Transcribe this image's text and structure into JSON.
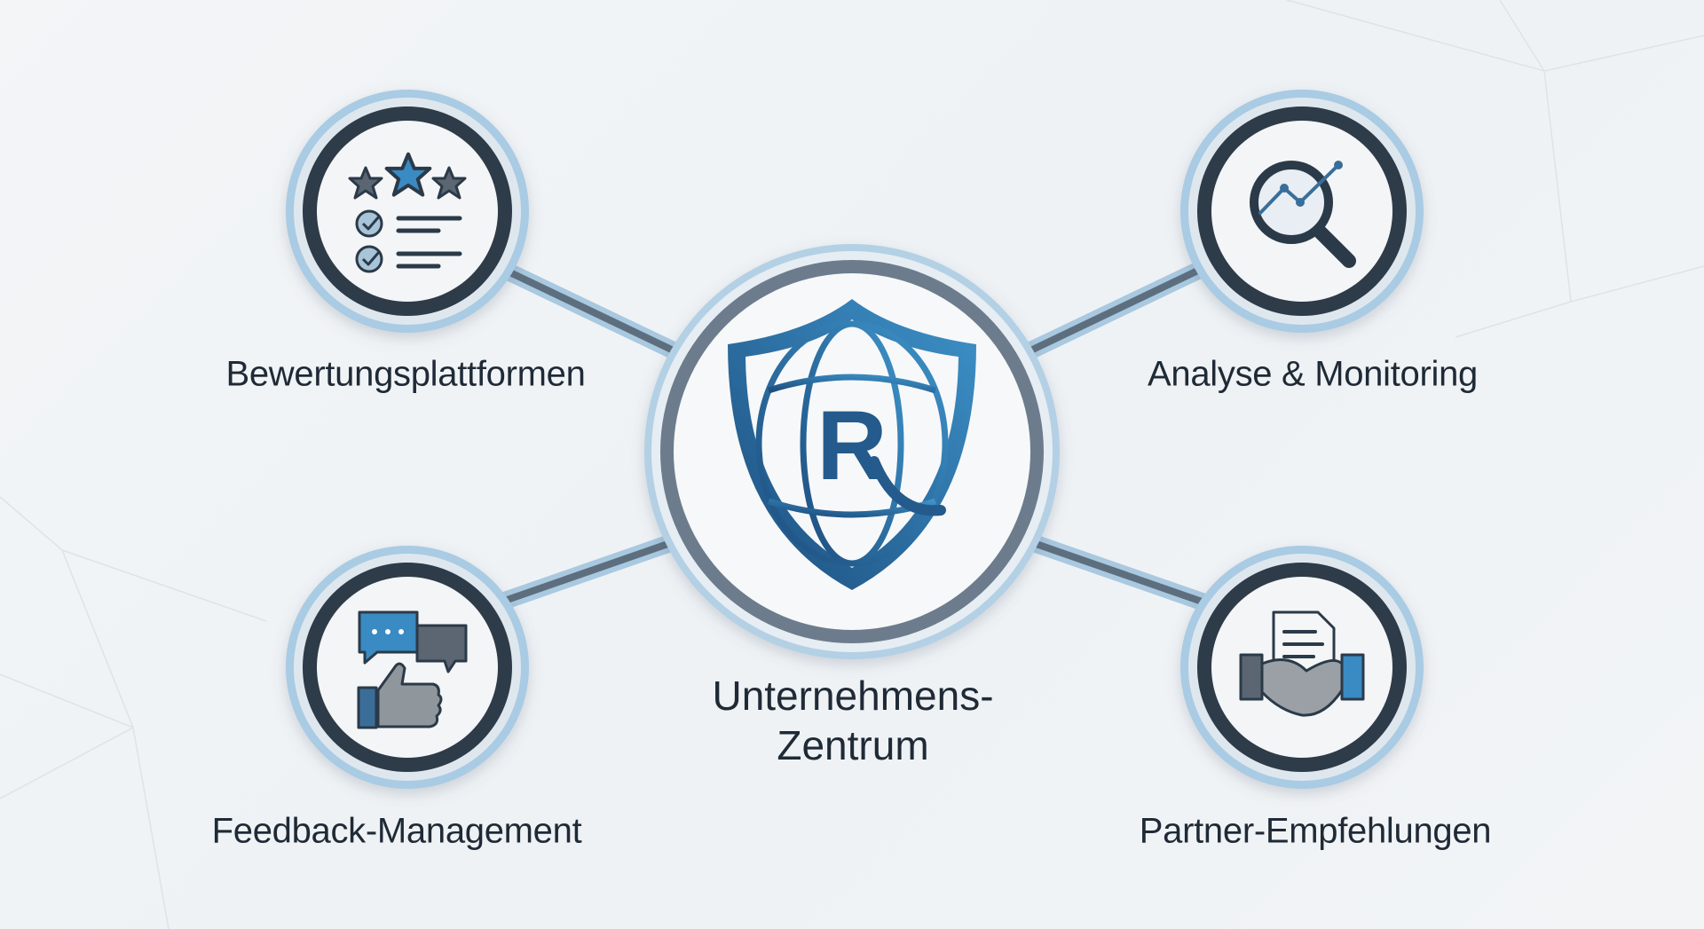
{
  "center": {
    "line1": "Unternehmens-",
    "line2": "Zentrum",
    "logo_letter": "R"
  },
  "nodes": [
    {
      "label": "Bewertungsplattformen",
      "icon": "star-rating-checklist-icon"
    },
    {
      "label": "Analyse & Monitoring",
      "icon": "magnifier-chart-icon"
    },
    {
      "label": "Feedback-Management",
      "icon": "chat-thumbs-up-icon"
    },
    {
      "label": "Partner-Empfehlungen",
      "icon": "document-handshake-icon"
    }
  ],
  "colors": {
    "accent": "#3a8ac4",
    "dark": "#2e3b48",
    "ring_light": "#9cc3de",
    "text": "#1f2a36"
  }
}
